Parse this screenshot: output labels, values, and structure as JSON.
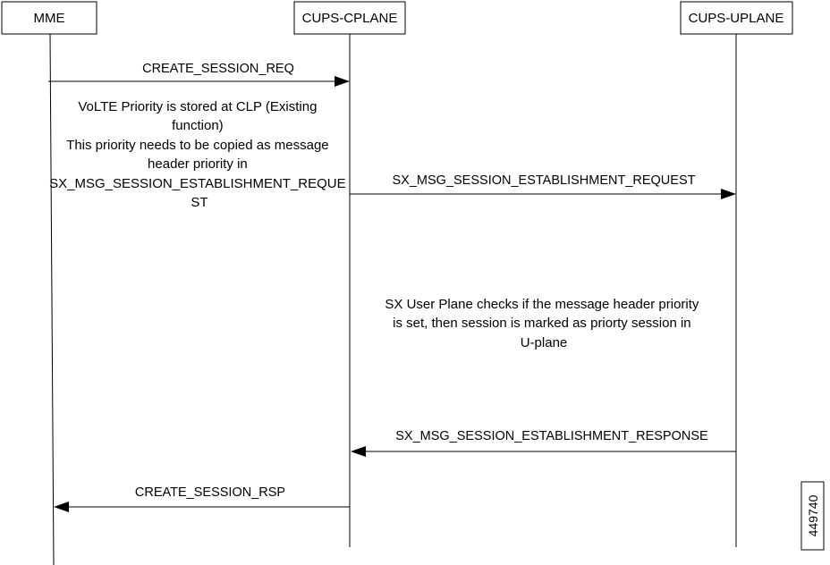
{
  "participants": [
    {
      "id": "mme",
      "label": "MME"
    },
    {
      "id": "cplane",
      "label": "CUPS-CPLANE"
    },
    {
      "id": "uplane",
      "label": "CUPS-UPLANE"
    }
  ],
  "messages": [
    {
      "id": "create-session-req",
      "from": "mme",
      "to": "cplane",
      "label": "CREATE_SESSION_REQ"
    },
    {
      "id": "sx-session-establishment-request",
      "from": "cplane",
      "to": "uplane",
      "label": "SX_MSG_SESSION_ESTABLISHMENT_REQUEST"
    },
    {
      "id": "sx-session-establishment-response",
      "from": "uplane",
      "to": "cplane",
      "label": "SX_MSG_SESSION_ESTABLISHMENT_RESPONSE"
    },
    {
      "id": "create-session-rsp",
      "from": "cplane",
      "to": "mme",
      "label": "CREATE_SESSION_RSP"
    }
  ],
  "notes": [
    {
      "id": "volte-priority-note",
      "lines": [
        "VoLTE Priority is stored at CLP (Existing",
        "function)",
        "This priority needs to be copied as message",
        "header priority in",
        "SX_MSG_SESSION_ESTABLISHMENT_REQUE",
        "ST"
      ]
    },
    {
      "id": "uplane-check-note",
      "lines": [
        "SX User Plane checks if the message header priority",
        "is set, then session is marked as priorty session in",
        "U-plane"
      ]
    }
  ],
  "figure_number": "449740"
}
